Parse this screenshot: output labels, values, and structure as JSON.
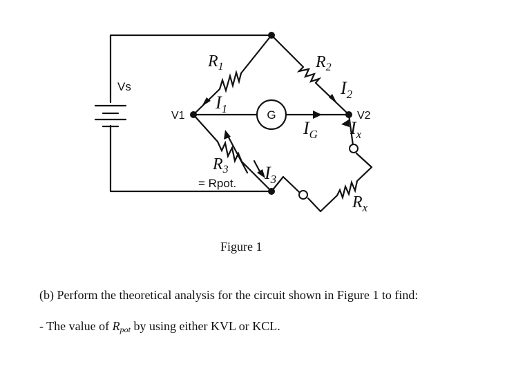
{
  "diagram": {
    "labels": {
      "vs": "Vs",
      "v1": "V1",
      "v2": "V2",
      "galvanometer": "G",
      "r1": {
        "main": "R",
        "sub": "1"
      },
      "r2": {
        "main": "R",
        "sub": "2"
      },
      "r3": {
        "main": "R",
        "sub": "3"
      },
      "rx": {
        "main": "R",
        "sub": "x"
      },
      "rpot": "= Rpot.",
      "i1": {
        "main": "I",
        "sub": "1"
      },
      "i2": {
        "main": "I",
        "sub": "2"
      },
      "i3": {
        "main": "I",
        "sub": "3"
      },
      "ig": {
        "main": "I",
        "sub": "G"
      },
      "ix": {
        "main": "I",
        "sub": "x"
      }
    }
  },
  "caption": "Figure 1",
  "question": {
    "part": "(b) Perform the theoretical analysis for the circuit shown in Figure 1 to find:",
    "bullet_prefix": "- The value of ",
    "bullet_var": "R",
    "bullet_var_sub": "pot",
    "bullet_suffix": " by using either KVL or KCL."
  }
}
